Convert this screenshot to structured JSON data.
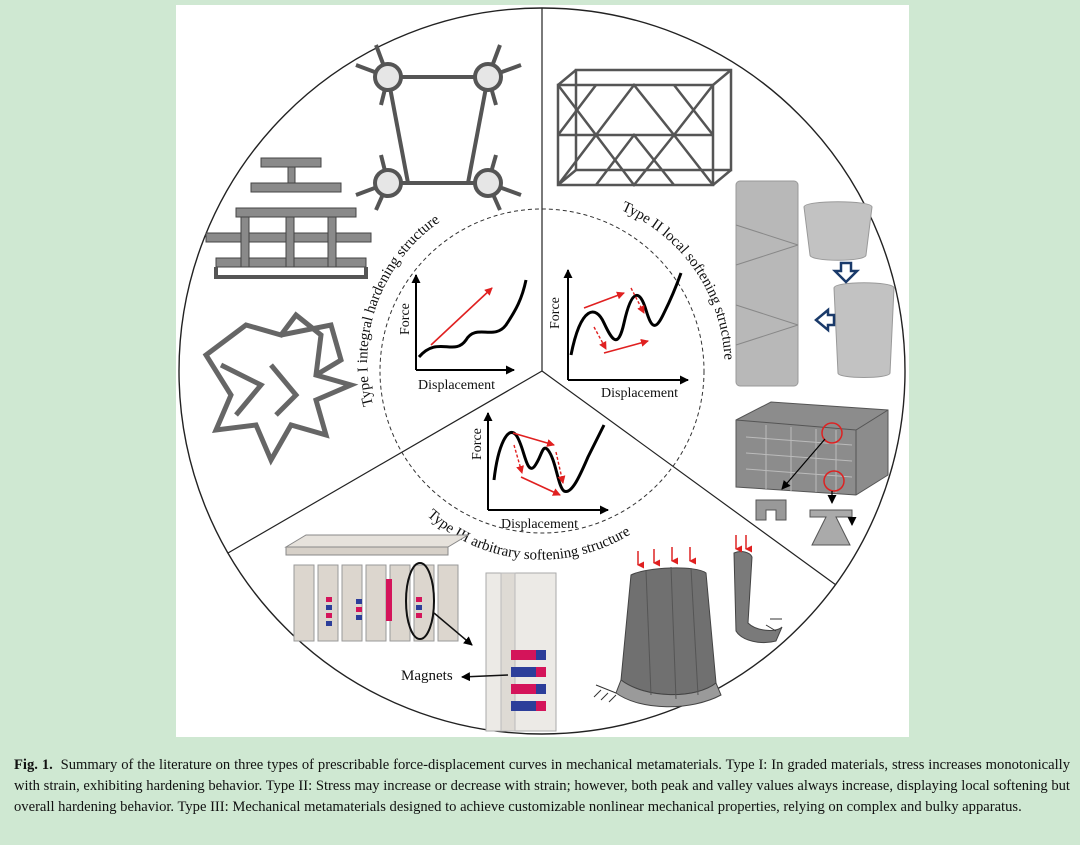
{
  "figure": {
    "sectors": {
      "type1": "Type I integral hardening structure",
      "type2": "Type II local softening structure",
      "type3": "Type III arbitrary softening structure"
    },
    "axes": {
      "force_label": "Force",
      "displacement_label": "Displacement"
    },
    "annotations": {
      "magnets": "Magnets"
    },
    "colors": {
      "curve": "#000000",
      "trend_arrow": "#e02020",
      "lattice": "#6e6e6e",
      "magnet_red": "#d4145a",
      "magnet_blue": "#2c3e9a"
    }
  },
  "caption": {
    "label": "Fig. 1.",
    "text": "Summary of the literature on three types of prescribable force-displacement curves in mechanical metamaterials. Type I: In graded materials, stress increases monotonically with strain, exhibiting hardening behavior. Type II: Stress may increase or decrease with strain; however, both peak and valley values always increase, displaying local softening but overall hardening behavior. Type III: Mechanical metamaterials designed to achieve customizable nonlinear mechanical properties, relying on complex and bulky apparatus."
  }
}
